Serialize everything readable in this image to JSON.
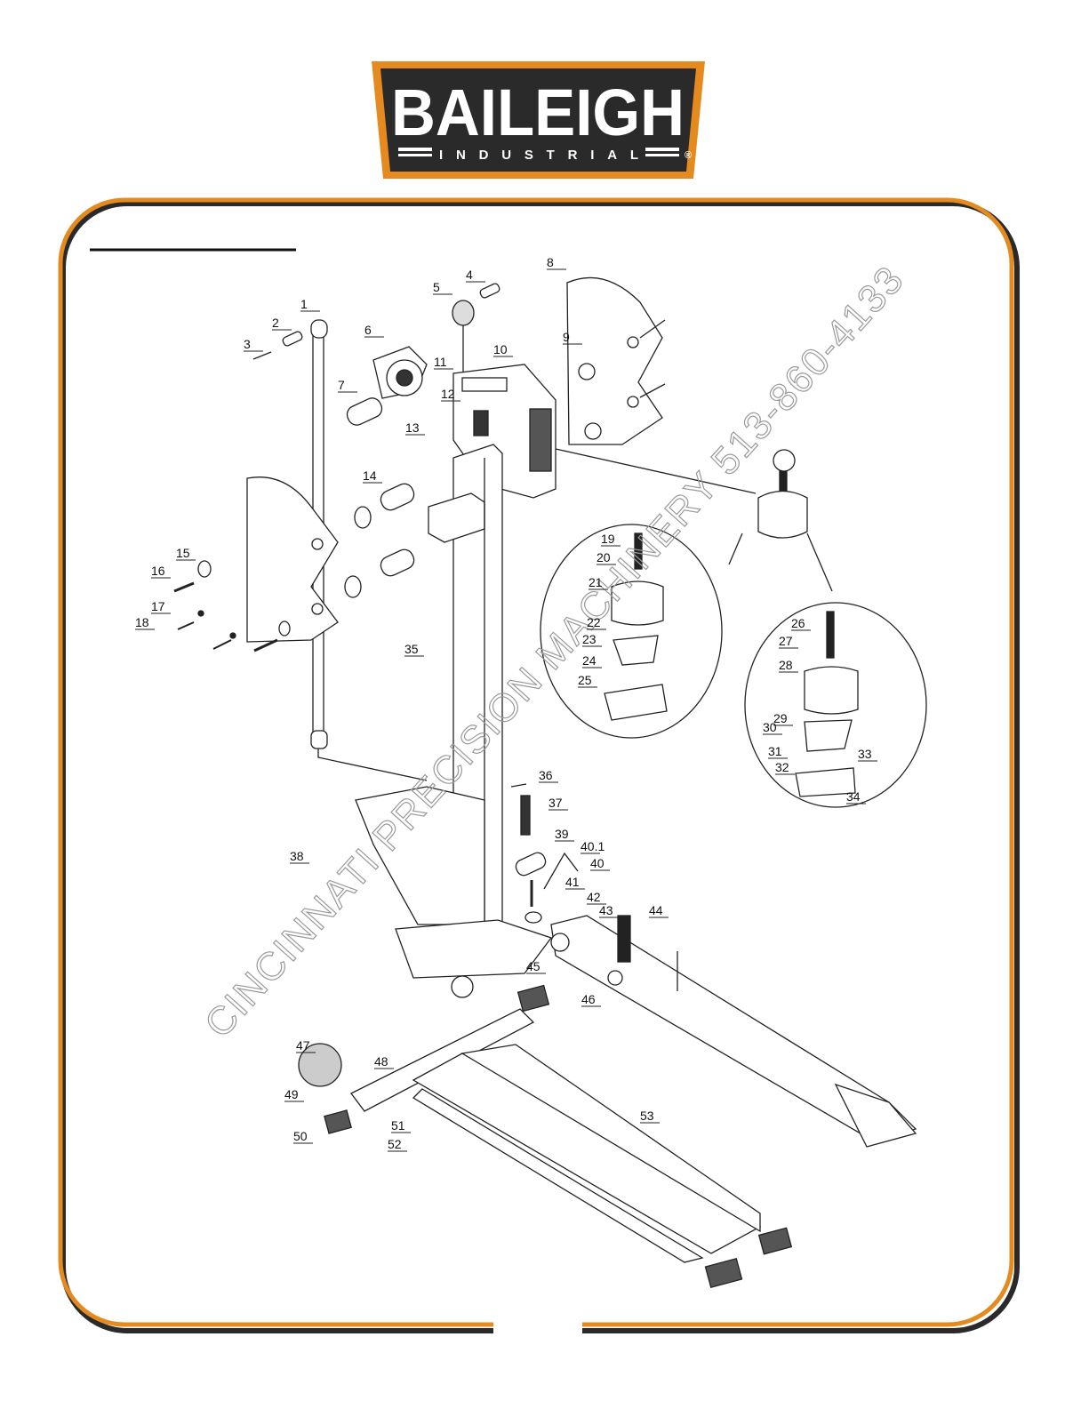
{
  "logo": {
    "brand": "BAILEIGH",
    "sub": "INDUSTRIAL",
    "mark": "®",
    "colors": {
      "orange": "#e58a1f",
      "dark": "#2a2a2a",
      "white": "#ffffff"
    }
  },
  "watermark": "CINCINNATI PRECISION MACHINERY 513-860-4133",
  "frame": {
    "border_color": "#e58a1f",
    "shadow_color": "#2a2a2a"
  },
  "part_labels": [
    "1",
    "2",
    "3",
    "4",
    "5",
    "6",
    "7",
    "8",
    "9",
    "10",
    "11",
    "12",
    "13",
    "14",
    "15",
    "16",
    "17",
    "18",
    "19",
    "20",
    "21",
    "22",
    "23",
    "24",
    "25",
    "26",
    "27",
    "28",
    "29",
    "30",
    "31",
    "32",
    "33",
    "34",
    "35",
    "36",
    "37",
    "38",
    "39",
    "40.1",
    "40",
    "41",
    "42",
    "43",
    "44",
    "45",
    "46",
    "47",
    "48",
    "49",
    "50",
    "51",
    "52",
    "53"
  ]
}
